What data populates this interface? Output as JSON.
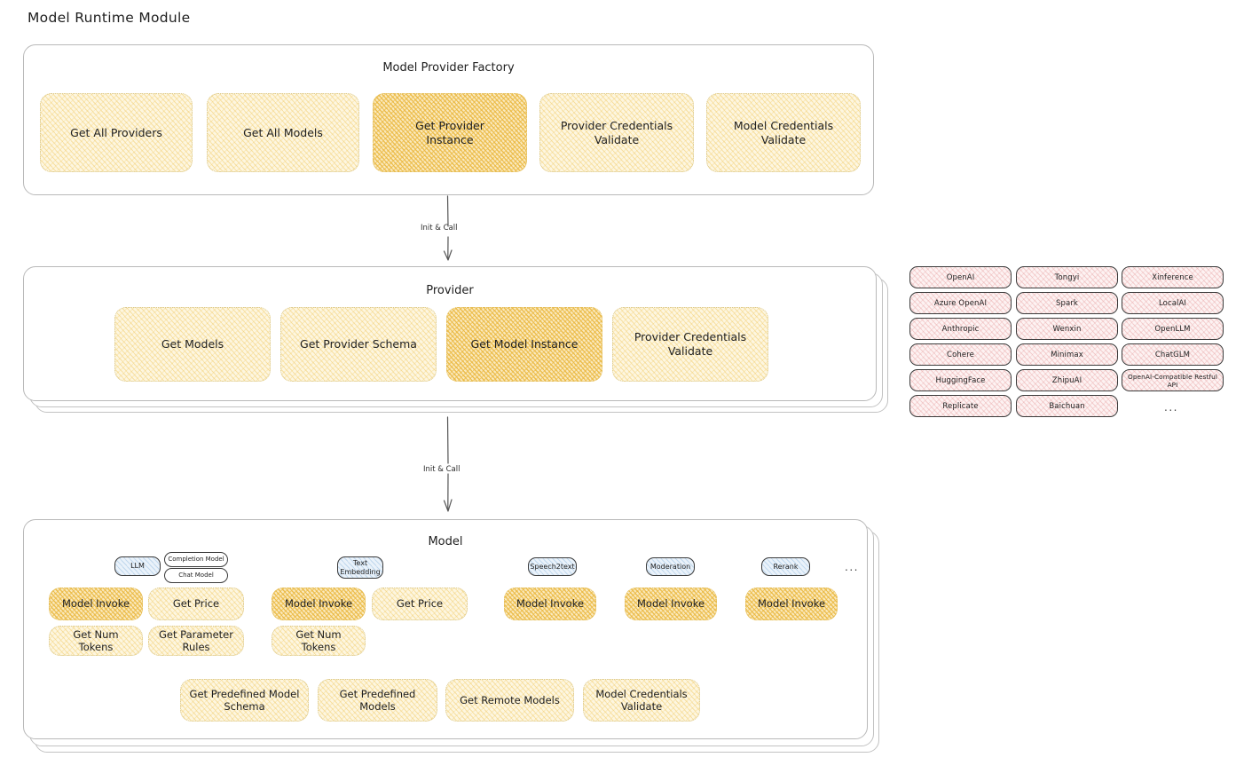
{
  "page": {
    "title": "Model Runtime Module",
    "accent_cream": "#fdf6e0",
    "accent_amber": "#fae9bd",
    "accent_pink": "#fdf2f2",
    "accent_blue": "#eaf2fa",
    "border_gray": "#b9b9b9"
  },
  "factory": {
    "title": "Model Provider Factory",
    "nodes": [
      {
        "label": "Get All Providers",
        "highlight": false
      },
      {
        "label": "Get All Models",
        "highlight": false
      },
      {
        "label": "Get Provider\nInstance",
        "highlight": true
      },
      {
        "label": "Provider Credentials\nValidate",
        "highlight": false
      },
      {
        "label": "Model Credentials\nValidate",
        "highlight": false
      }
    ]
  },
  "arrows": [
    {
      "label": "Init & Call"
    },
    {
      "label": "Init & Call"
    }
  ],
  "provider": {
    "title": "Provider",
    "nodes": [
      {
        "label": "Get Models",
        "highlight": false
      },
      {
        "label": "Get Provider Schema",
        "highlight": false
      },
      {
        "label": "Get Model Instance",
        "highlight": true
      },
      {
        "label": "Provider Credentials\nValidate",
        "highlight": false
      }
    ]
  },
  "provider_list": {
    "columns": [
      [
        "OpenAI",
        "Azure OpenAI",
        "Anthropic",
        "Cohere",
        "HuggingFace",
        "Replicate"
      ],
      [
        "Tongyi",
        "Spark",
        "Wenxin",
        "Minimax",
        "ZhipuAI",
        "Baichuan"
      ],
      [
        "Xinference",
        "LocalAI",
        "OpenLLM",
        "ChatGLM",
        "OpenAI-Compatible Restful API"
      ]
    ],
    "more": "..."
  },
  "model": {
    "title": "Model",
    "more": "...",
    "types": [
      {
        "badge": "LLM",
        "sub_badges": [
          "Completion Model",
          "Chat Model"
        ],
        "nodes": [
          {
            "label": "Model Invoke",
            "highlight": true
          },
          {
            "label": "Get Price",
            "highlight": false
          },
          {
            "label": "Get Num Tokens",
            "highlight": false
          },
          {
            "label": "Get Parameter\nRules",
            "highlight": false
          }
        ]
      },
      {
        "badge": "Text\nEmbedding",
        "sub_badges": [],
        "nodes": [
          {
            "label": "Model Invoke",
            "highlight": true
          },
          {
            "label": "Get Price",
            "highlight": false
          },
          {
            "label": "Get Num Tokens",
            "highlight": false
          }
        ]
      },
      {
        "badge": "Speech2text",
        "sub_badges": [],
        "nodes": [
          {
            "label": "Model Invoke",
            "highlight": true
          }
        ]
      },
      {
        "badge": "Moderation",
        "sub_badges": [],
        "nodes": [
          {
            "label": "Model Invoke",
            "highlight": true
          }
        ]
      },
      {
        "badge": "Rerank",
        "sub_badges": [],
        "nodes": [
          {
            "label": "Model Invoke",
            "highlight": true
          }
        ]
      }
    ],
    "common_nodes": [
      {
        "label": "Get Predefined Model\nSchema"
      },
      {
        "label": "Get Predefined\nModels"
      },
      {
        "label": "Get Remote Models"
      },
      {
        "label": "Model Credentials\nValidate"
      }
    ]
  }
}
